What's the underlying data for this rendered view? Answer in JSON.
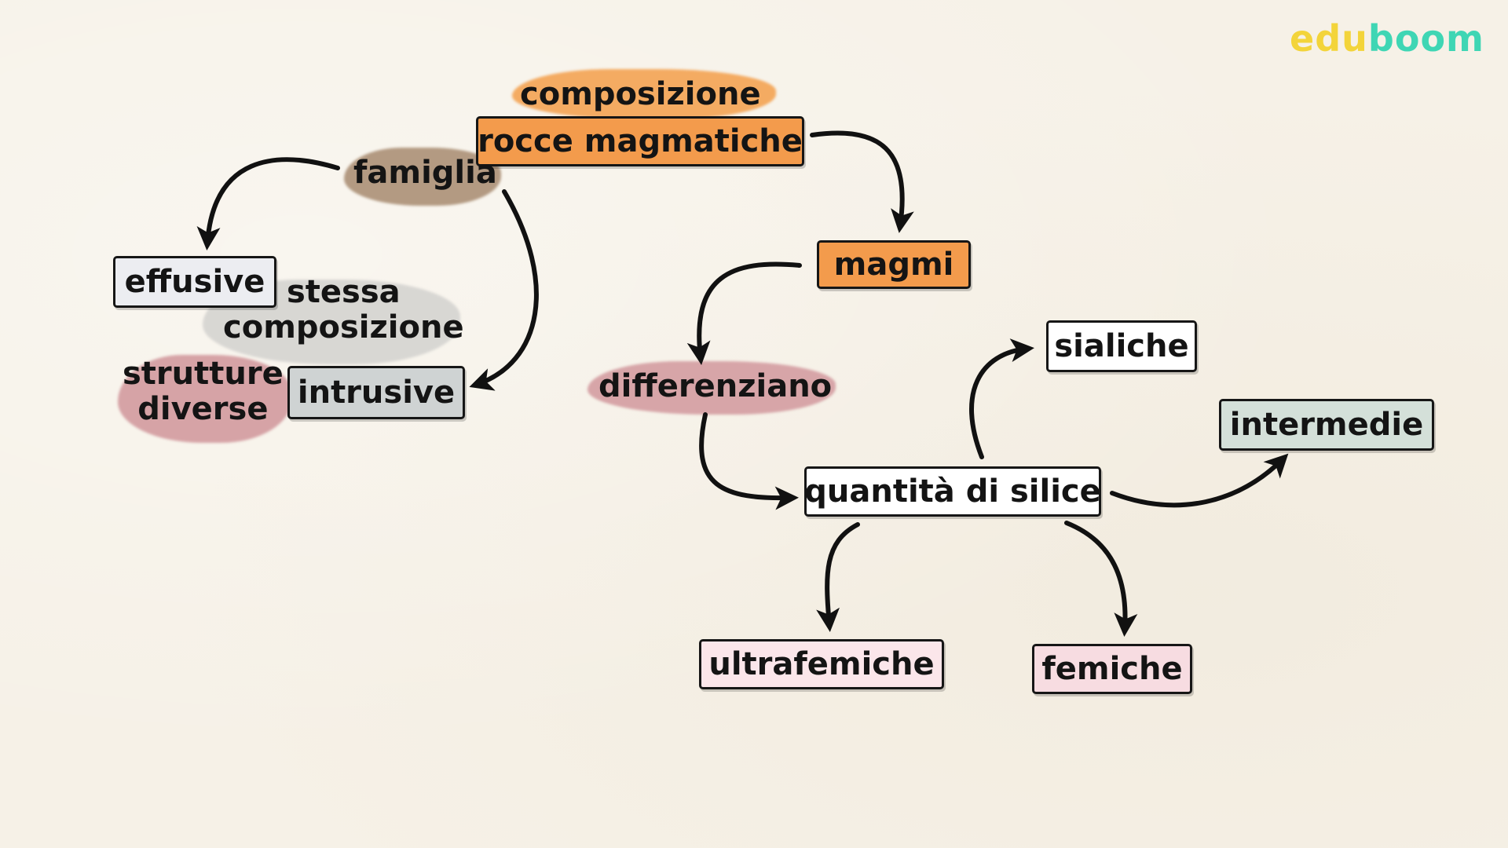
{
  "brand": {
    "part1": "edu",
    "part2": "boom"
  },
  "nodes": {
    "top_label": "composizione",
    "root": "rocce magmatiche",
    "famiglia": "famiglia",
    "effusive": "effusive",
    "stessa_composizione": "stessa\ncomposizione",
    "strutture_diverse": "strutture\ndiverse",
    "intrusive": "intrusive",
    "magmi": "magmi",
    "differenziano": "differenziano",
    "quantita_silice": "quantità di silice",
    "sialiche": "sialiche",
    "intermedie": "intermedie",
    "ultrafemiche": "ultrafemiche",
    "femiche": "femiche"
  },
  "colors": {
    "orange": "#f4a95c",
    "orange_box": "#f39b4c",
    "brown": "#b59b80",
    "grey": "#d0d0cc",
    "pink": "#d8a4a6",
    "white": "#ffffff",
    "intermedie_bg": "#d4e0d9",
    "light_pink": "#fbe6ea",
    "femiche_bg": "#f7dce1",
    "effusive_bg": "#ecedf1",
    "intrusive_bg": "#cfd3d3"
  }
}
